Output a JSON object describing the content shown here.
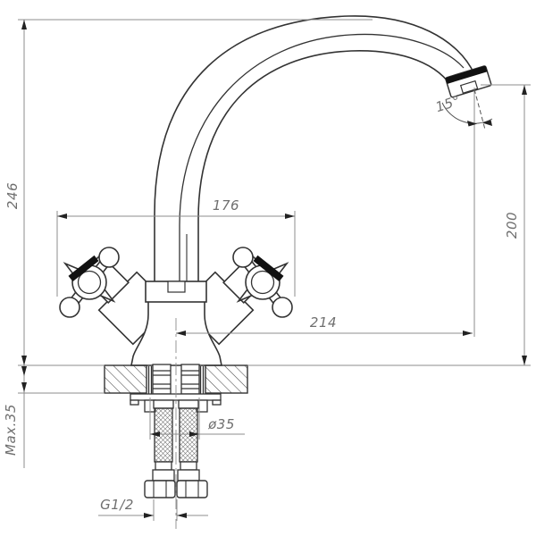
{
  "drawing": {
    "kind": "faucet-dimension-drawing",
    "colors": {
      "outline": "#333333",
      "dim_line": "#8c8c8c",
      "dim_text": "#6f6f6f",
      "solid_black": "#111111",
      "background": "#ffffff"
    },
    "dims": {
      "overall_height": {
        "label": "246"
      },
      "handle_span": {
        "label": "176"
      },
      "spout_angle": {
        "label": "15°"
      },
      "outlet_height": {
        "label": "200"
      },
      "spout_reach": {
        "label": "214"
      },
      "deck_thickness": {
        "label": "Max.35"
      },
      "hole_diameter": {
        "label": "ø35"
      },
      "thread_size": {
        "label": "G1/2"
      }
    }
  }
}
